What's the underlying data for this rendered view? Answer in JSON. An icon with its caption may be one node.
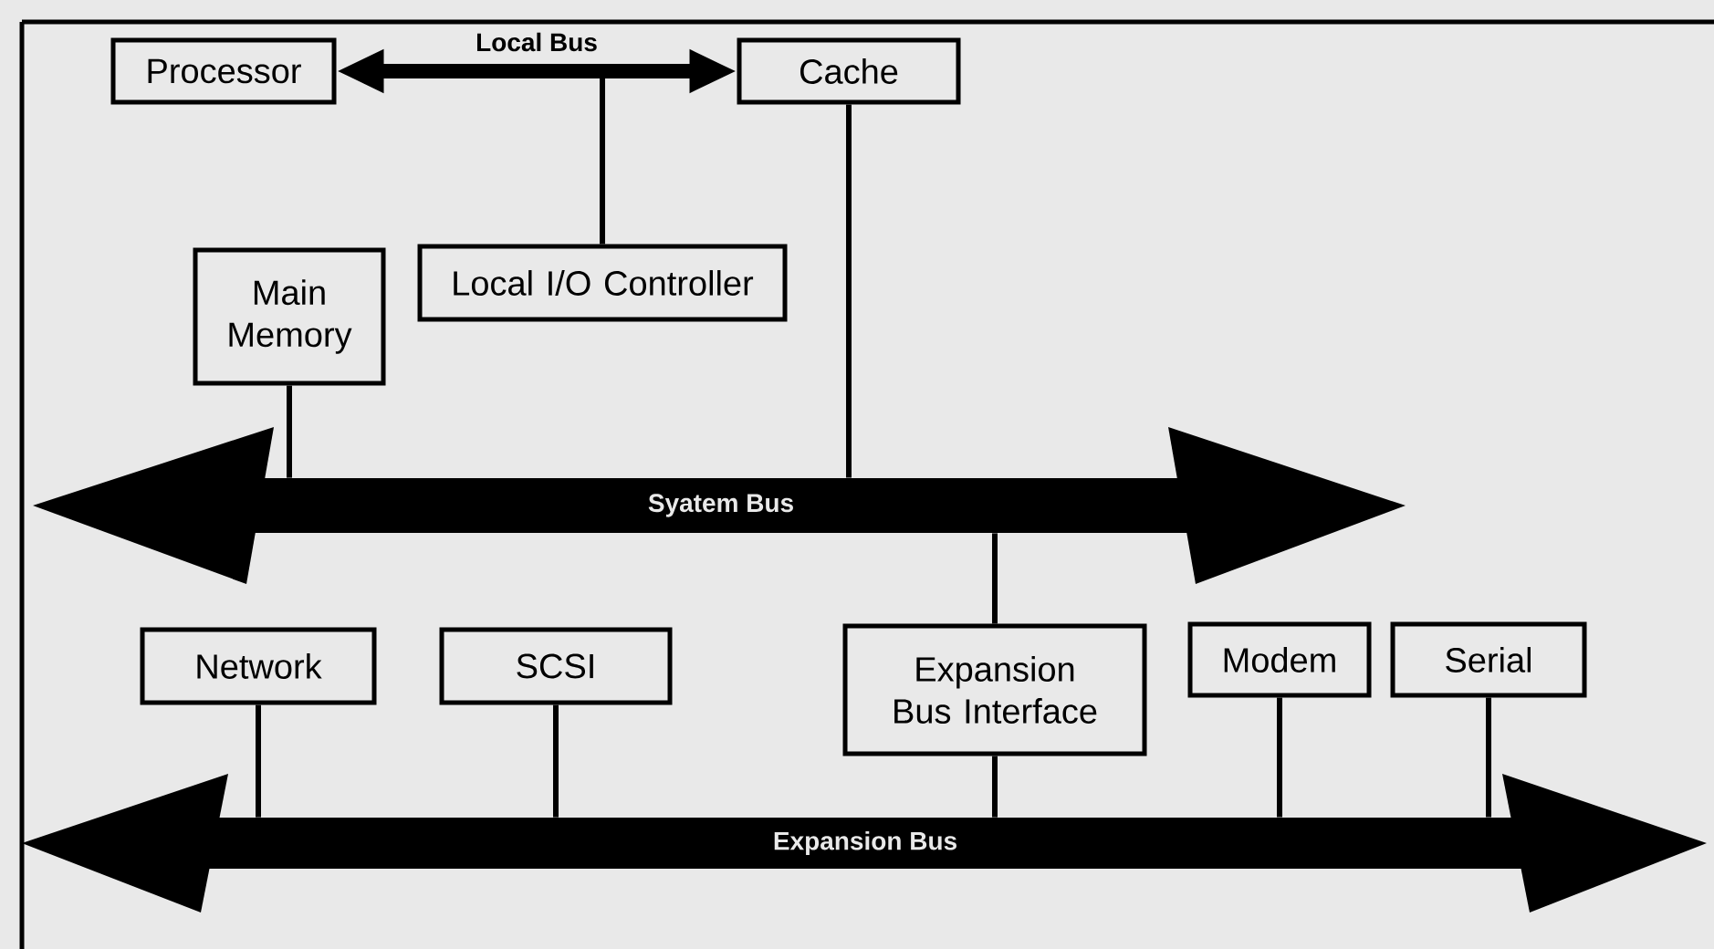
{
  "diagram": {
    "nodes": [
      {
        "text": [
          "Processor"
        ]
      },
      {
        "text": [
          "Cache"
        ]
      },
      {
        "text": [
          "Main Memory"
        ]
      },
      {
        "text": [
          "Local I/O Controller"
        ]
      },
      {
        "text": [
          "Syatem Bus"
        ]
      },
      {
        "text": [
          "Network"
        ]
      },
      {
        "text": [
          "SCSI"
        ]
      },
      {
        "text": [
          "Expansion Bus Interface"
        ]
      },
      {
        "text": [
          "Modem"
        ]
      },
      {
        "text": [
          "Serial"
        ]
      },
      {
        "text": [
          "Expansion Bus"
        ]
      }
    ],
    "edges": [
      {
        "from": 0,
        "to": 1,
        "arrow": "both",
        "label": "Local Bus",
        "style": "thick"
      },
      {
        "from": 3,
        "to": null,
        "arrow": "none"
      },
      {
        "from": 2,
        "to": 4,
        "arrow": "none"
      },
      {
        "from": 1,
        "to": 4,
        "arrow": "none"
      },
      {
        "from": 4,
        "to": 7,
        "arrow": "none"
      },
      {
        "from": 5,
        "to": 10,
        "arrow": "none"
      },
      {
        "from": 6,
        "to": 10,
        "arrow": "none"
      },
      {
        "from": 7,
        "to": 10,
        "arrow": "none"
      },
      {
        "from": 8,
        "to": 10,
        "arrow": "none"
      },
      {
        "from": 9,
        "to": 10,
        "arrow": "none"
      }
    ]
  }
}
